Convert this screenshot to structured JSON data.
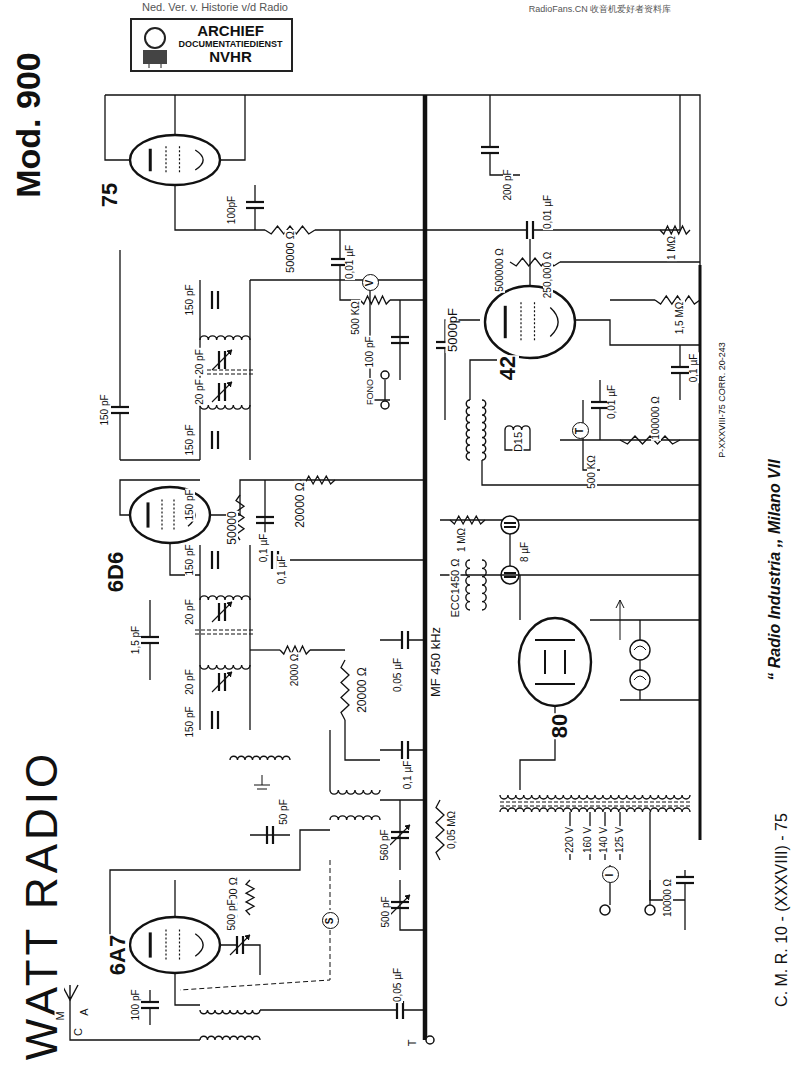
{
  "diagram": {
    "title": "WATT RADIO",
    "nodes": [
      {
        "text": [
          "ARCHIEF",
          "DOCUMENTATIEDIENST",
          "NVHR"
        ]
      },
      {
        "text": [
          "V"
        ]
      },
      {
        "text": [
          "T"
        ]
      },
      {
        "text": [
          "S"
        ]
      },
      {
        "text": [
          "I"
        ]
      }
    ],
    "labels": [
      "Ned. Ver. v. Historie v/d Radio",
      "RadioFans.CN 收音机爱好者资料库",
      "Mod. 900",
      "75",
      "100pF",
      "200 pF",
      "0,01 µF",
      "250,000 Ω",
      "1 MΩ",
      "50000 Ω",
      "0,01 µF",
      "500 KΩ",
      "500000 Ω",
      "1,5 MΩ",
      "0,1 µF",
      "150 pF",
      "20 pF",
      "20 pF",
      "150 pF",
      "100 pF",
      "FONO",
      "5000pF",
      "42",
      "100000 Ω",
      "0,01 µF",
      "500 KΩ",
      "D15",
      "150 pF",
      "6D6",
      "150 pF",
      "50000",
      "20000 Ω",
      "0,1 µF",
      "0,1 µF",
      "1 MΩ",
      "8 µF",
      "ECC1450 Ω",
      "80",
      "150 pF",
      "20 pF",
      "1,5 pF",
      "20 pF",
      "150 pF",
      "2000 Ω",
      "20000 Ω",
      "0,05 µF",
      "MF 450 kHz",
      "0,1 µF",
      "0,05 MΩ",
      "50 pF",
      "50000 Ω",
      "560 pF",
      "500 pF",
      "6A7",
      "500 pF",
      "100 pF",
      "0,05 µF",
      "A",
      "M",
      "C",
      "T",
      "220 V",
      "160 V",
      "140 V",
      "125 V",
      "10000 Ω",
      "P-XXXVIII-75 CORR. 20-243",
      "“ Radio Industria ,, Milano VII",
      "C. M. R. 10 - (XXXVIII) - 75"
    ]
  }
}
